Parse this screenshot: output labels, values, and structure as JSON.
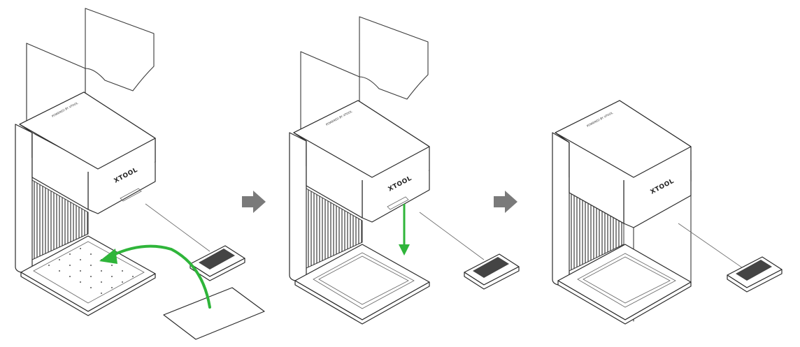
{
  "brand": {
    "logo_text": "XTOOL",
    "lid_text": "POWERED BY XTOOL"
  },
  "steps": [
    {
      "id": "step-1",
      "action": "insert-material-plate"
    },
    {
      "id": "step-2",
      "action": "lower-material-plate"
    },
    {
      "id": "step-3",
      "action": "close-machine"
    }
  ],
  "colors": {
    "arrow_green": "#2fb53a",
    "step_arrow_gray": "#7a7a7a",
    "line": "#3a3a3a"
  },
  "icons": [
    "step-arrow-right-icon",
    "insert-curved-arrow-icon",
    "lower-down-arrow-icon"
  ]
}
